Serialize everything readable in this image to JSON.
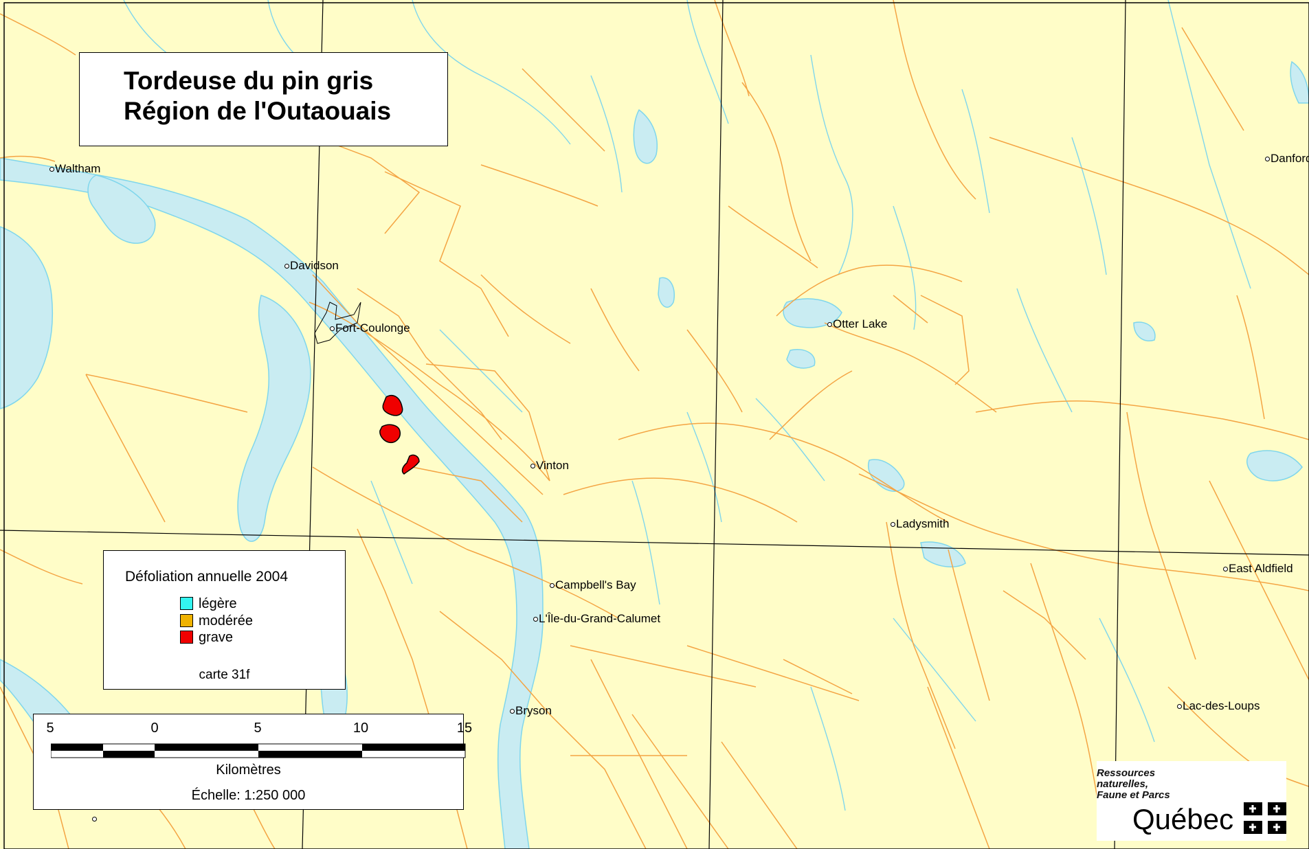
{
  "map": {
    "title_line1": "Tordeuse du pin gris",
    "title_line2": "Région de l'Outaouais"
  },
  "places": {
    "waltham": "Waltham",
    "davidson": "Davidson",
    "fort_coulonge": "Fort-Coulonge",
    "vinton": "Vinton",
    "otter_lake": "Otter Lake",
    "danford": "Danford",
    "ladysmith": "Ladysmith",
    "campbells_bay": "Campbell's Bay",
    "ile_du_grand_calumet": "L'Île-du-Grand-Calumet",
    "bryson": "Bryson",
    "east_aldfield": "East Aldfield",
    "lac_des_loups": "Lac-des-Loups"
  },
  "legend": {
    "title": "Défoliation annuelle 2004",
    "items": [
      {
        "label": "légère",
        "color": "#33f5f0"
      },
      {
        "label": "modérée",
        "color": "#f0b200"
      },
      {
        "label": "grave",
        "color": "#f00000"
      }
    ],
    "sheet": "carte 31f"
  },
  "scale": {
    "ticks": [
      "5",
      "0",
      "5",
      "10",
      "15"
    ],
    "unit": "Kilomètres",
    "ratio": "Échelle: 1:250 000"
  },
  "logo": {
    "line1": "Ressources",
    "line2": "naturelles,",
    "line3": "Faune et Parcs",
    "word": "Québec"
  },
  "colors": {
    "land": "#fffdc8",
    "water": "#c9ecf2",
    "road": "#f4a443",
    "river": "#7fd6ec",
    "grid": "#000000",
    "severe": "#f00000"
  }
}
